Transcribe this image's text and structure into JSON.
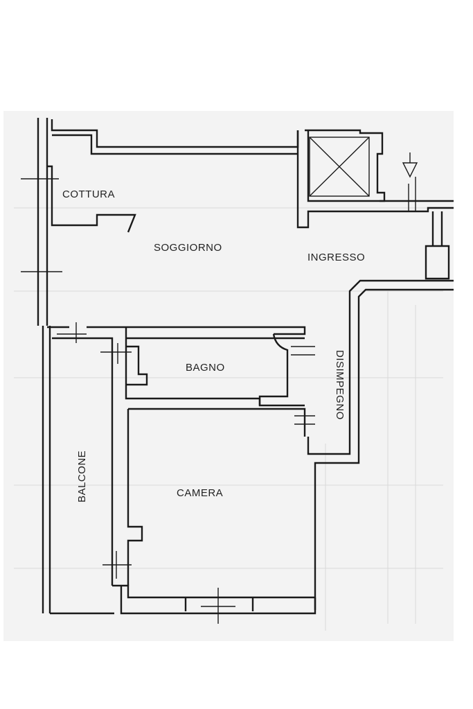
{
  "rooms": {
    "cottura": "COTTURA",
    "soggiorno": "SOGGIORNO",
    "ingresso": "INGRESSO",
    "bagno": "BAGNO",
    "disimpegno": "DISIMPEGNO",
    "balcone": "BALCONE",
    "camera": "CAMERA"
  }
}
